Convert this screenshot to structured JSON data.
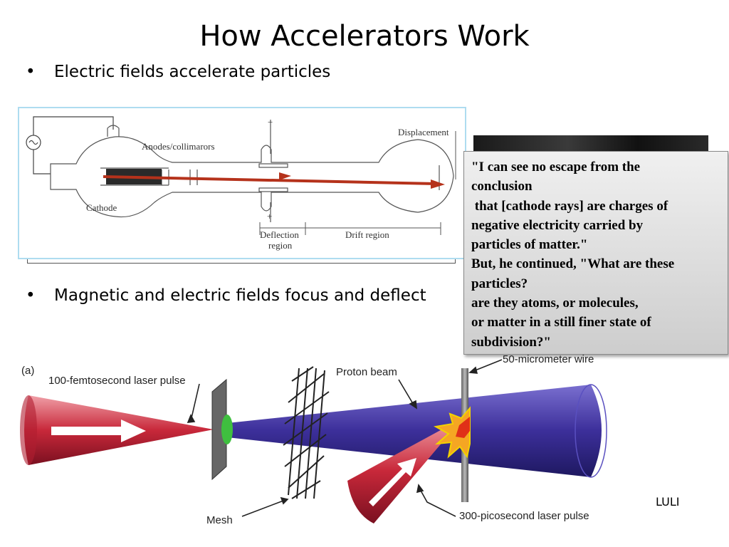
{
  "slide": {
    "title": "How Accelerators Work",
    "bullets": [
      {
        "marker": "•",
        "text": "Electric fields accelerate particles"
      },
      {
        "marker": "•",
        "text": "Magnetic and electric fields focus and deflect"
      }
    ],
    "credit": "LULI"
  },
  "crt_diagram": {
    "labels": {
      "anodes": "Anodes/collimarors",
      "cathode": "Cathode",
      "displacement": "Displacement",
      "minus": "−",
      "plus": "+",
      "deflection_1": "Deflection",
      "deflection_2": "region",
      "drift": "Drift region"
    },
    "beam_color": "#b5321b"
  },
  "quote": {
    "lines": [
      "\"I can see no escape from the",
      "conclusion",
      " that [cathode rays] are charges of",
      "negative electricity carried by",
      "particles of matter.\"",
      "But, he continued, \"What are these",
      "particles?",
      "are they atoms, or molecules,",
      "or matter in a still finer state of",
      "subdivision?\""
    ]
  },
  "laser_diagram": {
    "panel_label": "(a)",
    "labels": {
      "laser_pulse": "100-femtosecond laser pulse",
      "proton_beam": "Proton beam",
      "wire": "50-micrometer wire",
      "mesh": "Mesh",
      "picosecond": "300-picosecond laser pulse"
    },
    "colors": {
      "laser": "#c8283a",
      "beam": "#3c2f9a",
      "spot": "#3fbf3f"
    }
  }
}
